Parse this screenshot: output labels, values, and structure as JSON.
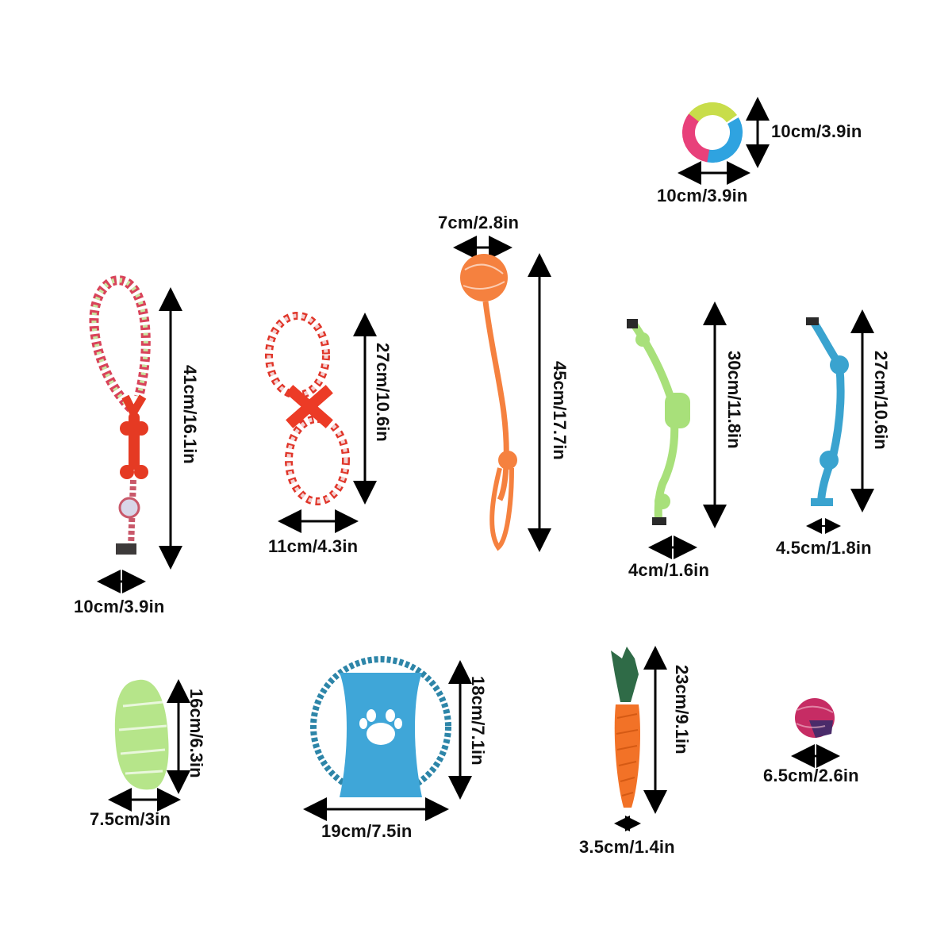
{
  "title": "Dog rope toy set with dimensions",
  "colors": {
    "background": "#ffffff",
    "text": "#111111",
    "arrow": "#000000"
  },
  "items": [
    {
      "name": "teething-ring",
      "colors": [
        "#c8dd4a",
        "#2fa3e0",
        "#e8407a"
      ],
      "width": "10cm/3.9in",
      "height": "10cm/3.9in"
    },
    {
      "name": "rope-loop-bone-tug",
      "colors": [
        "#e53a23",
        "#c8e6a0",
        "#2b3a8f"
      ],
      "width": "10cm/3.9in",
      "height": "41cm/16.1in"
    },
    {
      "name": "figure-eight-rope",
      "colors": [
        "#e0362a",
        "#f4d0d0"
      ],
      "width": "11cm/4.3in",
      "height": "27cm/10.6in"
    },
    {
      "name": "rope-ball-tug",
      "colors": [
        "#f5813f"
      ],
      "width": "7cm/2.8in",
      "height": "45cm/17.7in"
    },
    {
      "name": "green-knot-rope",
      "colors": [
        "#a8e07a"
      ],
      "width": "4cm/1.6in",
      "height": "30cm/11.8in"
    },
    {
      "name": "blue-knot-rope",
      "colors": [
        "#3aa3cf"
      ],
      "width": "4.5cm/1.8in",
      "height": "27cm/10.6in"
    },
    {
      "name": "green-slipper-rope",
      "colors": [
        "#b6e58a"
      ],
      "width": "7.5cm/3in",
      "height": "16cm/6.3in"
    },
    {
      "name": "paw-frisbee",
      "colors": [
        "#3fa6d8",
        "#2d85a8"
      ],
      "width": "19cm/7.5in",
      "height": "18cm/7.1in"
    },
    {
      "name": "carrot-rope",
      "colors": [
        "#f27227",
        "#2f6b47"
      ],
      "width": "3.5cm/1.4in",
      "height": "23cm/9.1in"
    },
    {
      "name": "small-rope-ball",
      "colors": [
        "#c62c64",
        "#4a2b6a"
      ],
      "width": "6.5cm/2.6in"
    }
  ]
}
